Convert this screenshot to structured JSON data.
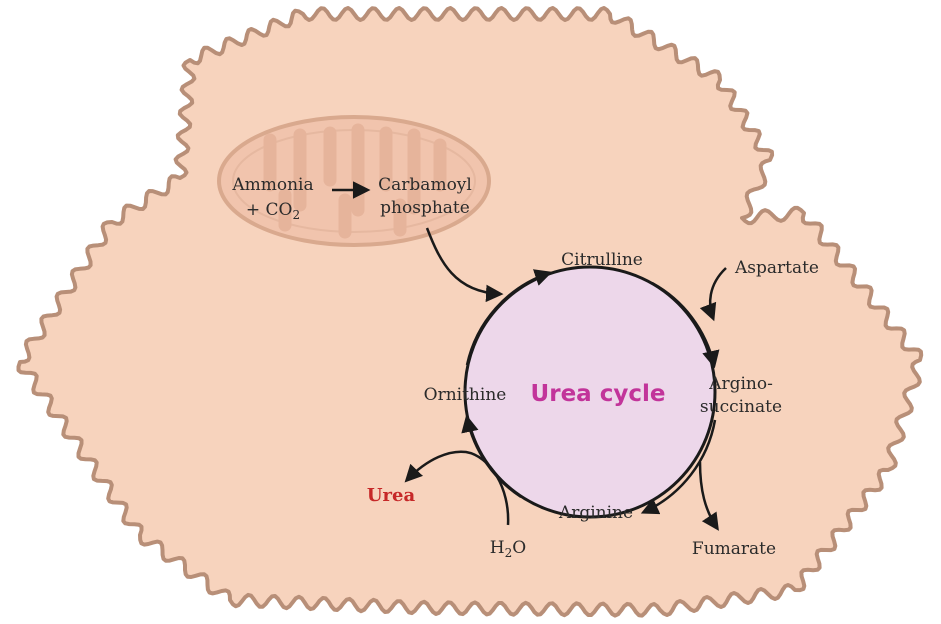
{
  "diagram": {
    "center_label": "Urea cycle",
    "mitochondrion": {
      "input_line1": "Ammonia",
      "input_line2_prefix": "+ CO",
      "input_line2_sub": "2",
      "product_line1": "Carbamoyl",
      "product_line2": "phosphate"
    },
    "nodes": {
      "citrulline": "Citrulline",
      "aspartate": "Aspartate",
      "argininosuccinate_line1": "Argino-",
      "argininosuccinate_line2": "succinate",
      "fumarate": "Fumarate",
      "arginine": "Arginine",
      "ornithine": "Ornithine",
      "urea": "Urea",
      "water_prefix": "H",
      "water_sub": "2",
      "water_suffix": "O"
    },
    "colors": {
      "cell_fill": "#f7d3bd",
      "cell_stroke": "#b88f78",
      "mito_fill": "#f1c4ad",
      "mito_stroke": "#d9a98e",
      "cycle_fill": "#edd7ea",
      "urea_label": "#c62828",
      "center_label": "#c2349a"
    }
  }
}
